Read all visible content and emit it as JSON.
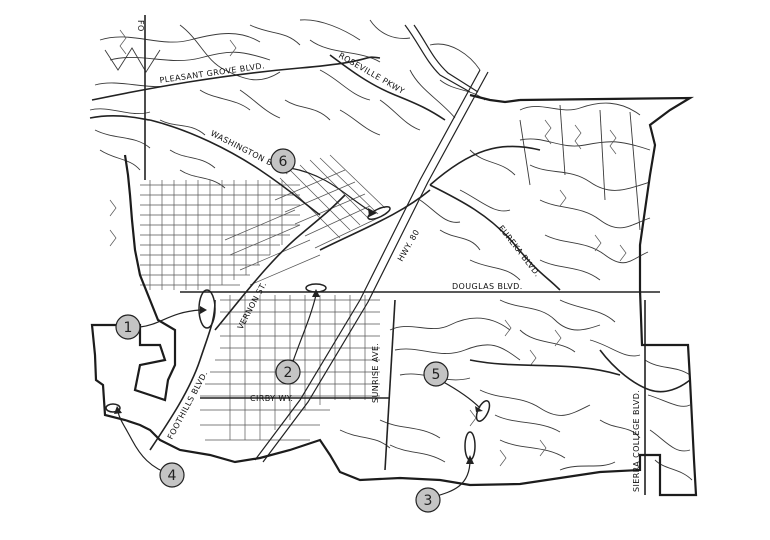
{
  "labels": {
    "pleasant_grove": "PLEASANT GROVE BLVD.",
    "roseville_pkwy": "ROSEVILLE PKWY",
    "washington": "WASHINGTON BLVD.",
    "hwy80": "HWY. 80",
    "eureka": "EUREKA BLVD.",
    "douglas": "DOUGLAS BLVD.",
    "vernon": "VERNON ST.",
    "sunrise": "SUNRISE AVE.",
    "cirby": "CIRBY WY.",
    "foothills": "FOOTHILLS BLVD.",
    "sierra_college": "SIERRA COLLEGE BLVD.",
    "fo_edge": "FO"
  },
  "markers": [
    {
      "id": "1",
      "label": "1"
    },
    {
      "id": "2",
      "label": "2"
    },
    {
      "id": "3",
      "label": "3"
    },
    {
      "id": "4",
      "label": "4"
    },
    {
      "id": "5",
      "label": "5"
    },
    {
      "id": "6",
      "label": "6"
    }
  ],
  "colors": {
    "line": "#222222",
    "marker_fill": "#c4c4c4",
    "background": "#ffffff"
  }
}
